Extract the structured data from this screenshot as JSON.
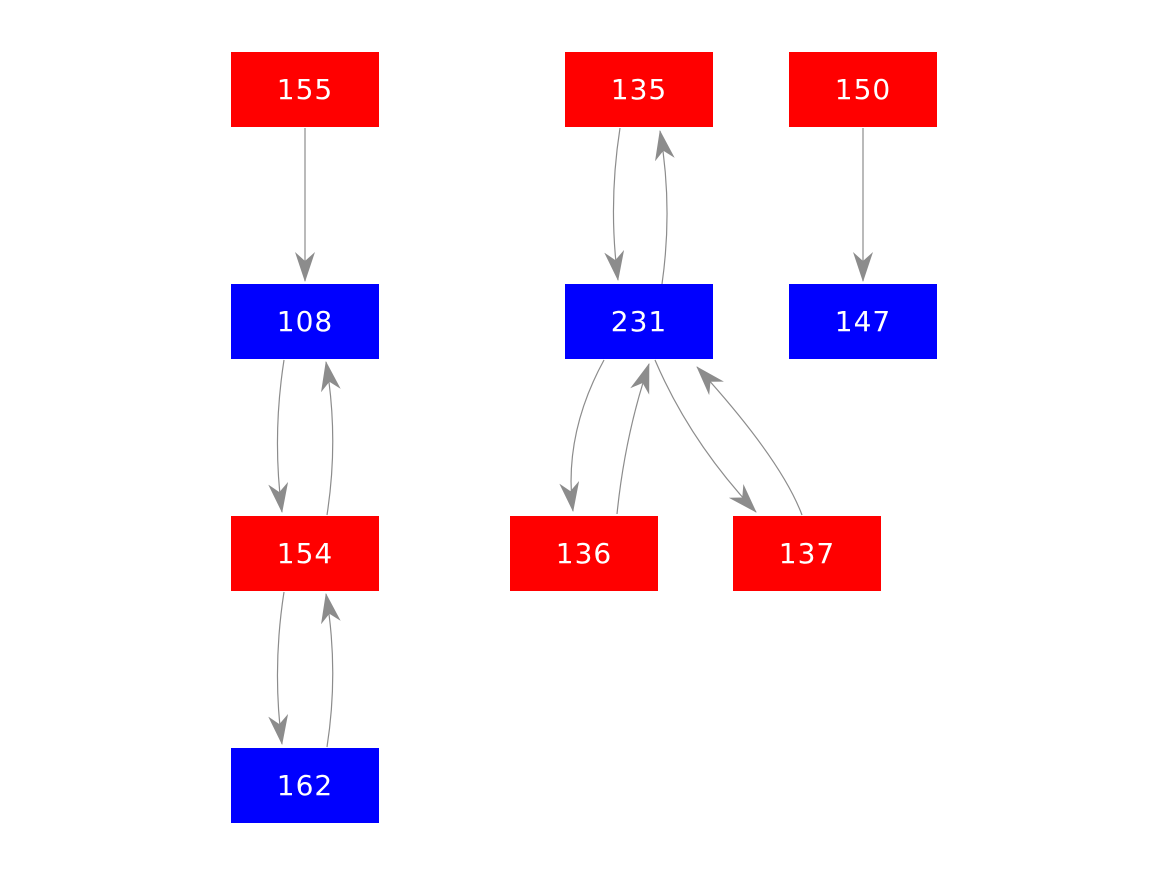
{
  "diagram": {
    "type": "directed-graph",
    "background_color": "#ffffff",
    "node_colors": {
      "red": "#ff0000",
      "blue": "#0000ff"
    },
    "edge_color": "#8c8c8c",
    "node_text_color": "#ffffff",
    "nodes": [
      {
        "id": "155",
        "label": "155",
        "color": "red"
      },
      {
        "id": "108",
        "label": "108",
        "color": "blue"
      },
      {
        "id": "154",
        "label": "154",
        "color": "red"
      },
      {
        "id": "162",
        "label": "162",
        "color": "blue"
      },
      {
        "id": "135",
        "label": "135",
        "color": "red"
      },
      {
        "id": "231",
        "label": "231",
        "color": "blue"
      },
      {
        "id": "136",
        "label": "136",
        "color": "red"
      },
      {
        "id": "137",
        "label": "137",
        "color": "red"
      },
      {
        "id": "150",
        "label": "150",
        "color": "red"
      },
      {
        "id": "147",
        "label": "147",
        "color": "blue"
      }
    ],
    "edges": [
      {
        "from": "155",
        "to": "108"
      },
      {
        "from": "108",
        "to": "154"
      },
      {
        "from": "154",
        "to": "108"
      },
      {
        "from": "154",
        "to": "162"
      },
      {
        "from": "162",
        "to": "154"
      },
      {
        "from": "135",
        "to": "231"
      },
      {
        "from": "231",
        "to": "135"
      },
      {
        "from": "231",
        "to": "136"
      },
      {
        "from": "136",
        "to": "231"
      },
      {
        "from": "231",
        "to": "137"
      },
      {
        "from": "137",
        "to": "231"
      },
      {
        "from": "150",
        "to": "147"
      }
    ]
  }
}
